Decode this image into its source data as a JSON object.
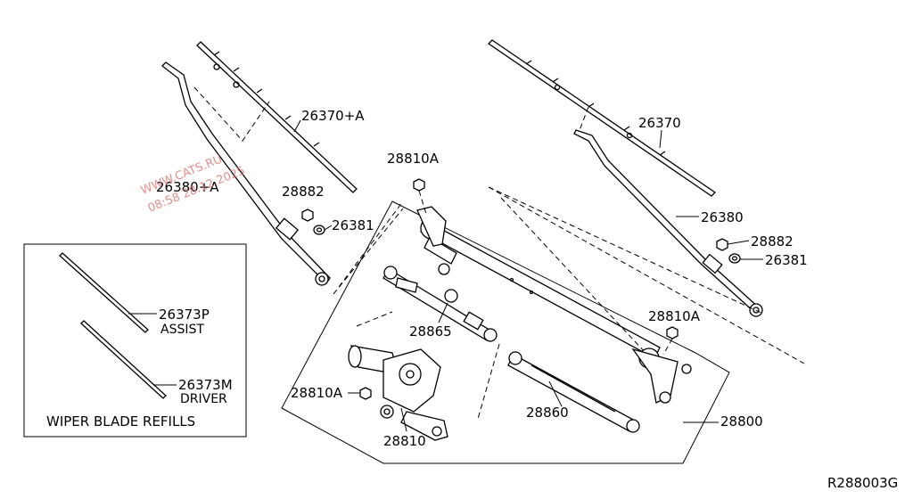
{
  "labels": {
    "p26370A": "26370+A",
    "p26370": "26370",
    "p26380A": "26380+A",
    "p26380": "26380",
    "p28882_left": "28882",
    "p28882_right": "28882",
    "p26381_left": "26381",
    "p26381_right": "26381",
    "p28810A_top": "28810A",
    "p28810A_right": "28810A",
    "p28810A_left": "28810A",
    "p28865": "28865",
    "p28810": "28810",
    "p28860": "28860",
    "p28800": "28800",
    "p26373P": "26373P",
    "assist": "ASSIST",
    "p26373M": "26373M",
    "driver": "DRIVER",
    "refills_caption": "WIPER BLADE REFILLS",
    "diagram_code": "R288003G"
  },
  "watermark": {
    "line1": "WWW.CATS.RU",
    "line2": "08:58 28.12.2025",
    "color": "#e27a7a"
  }
}
